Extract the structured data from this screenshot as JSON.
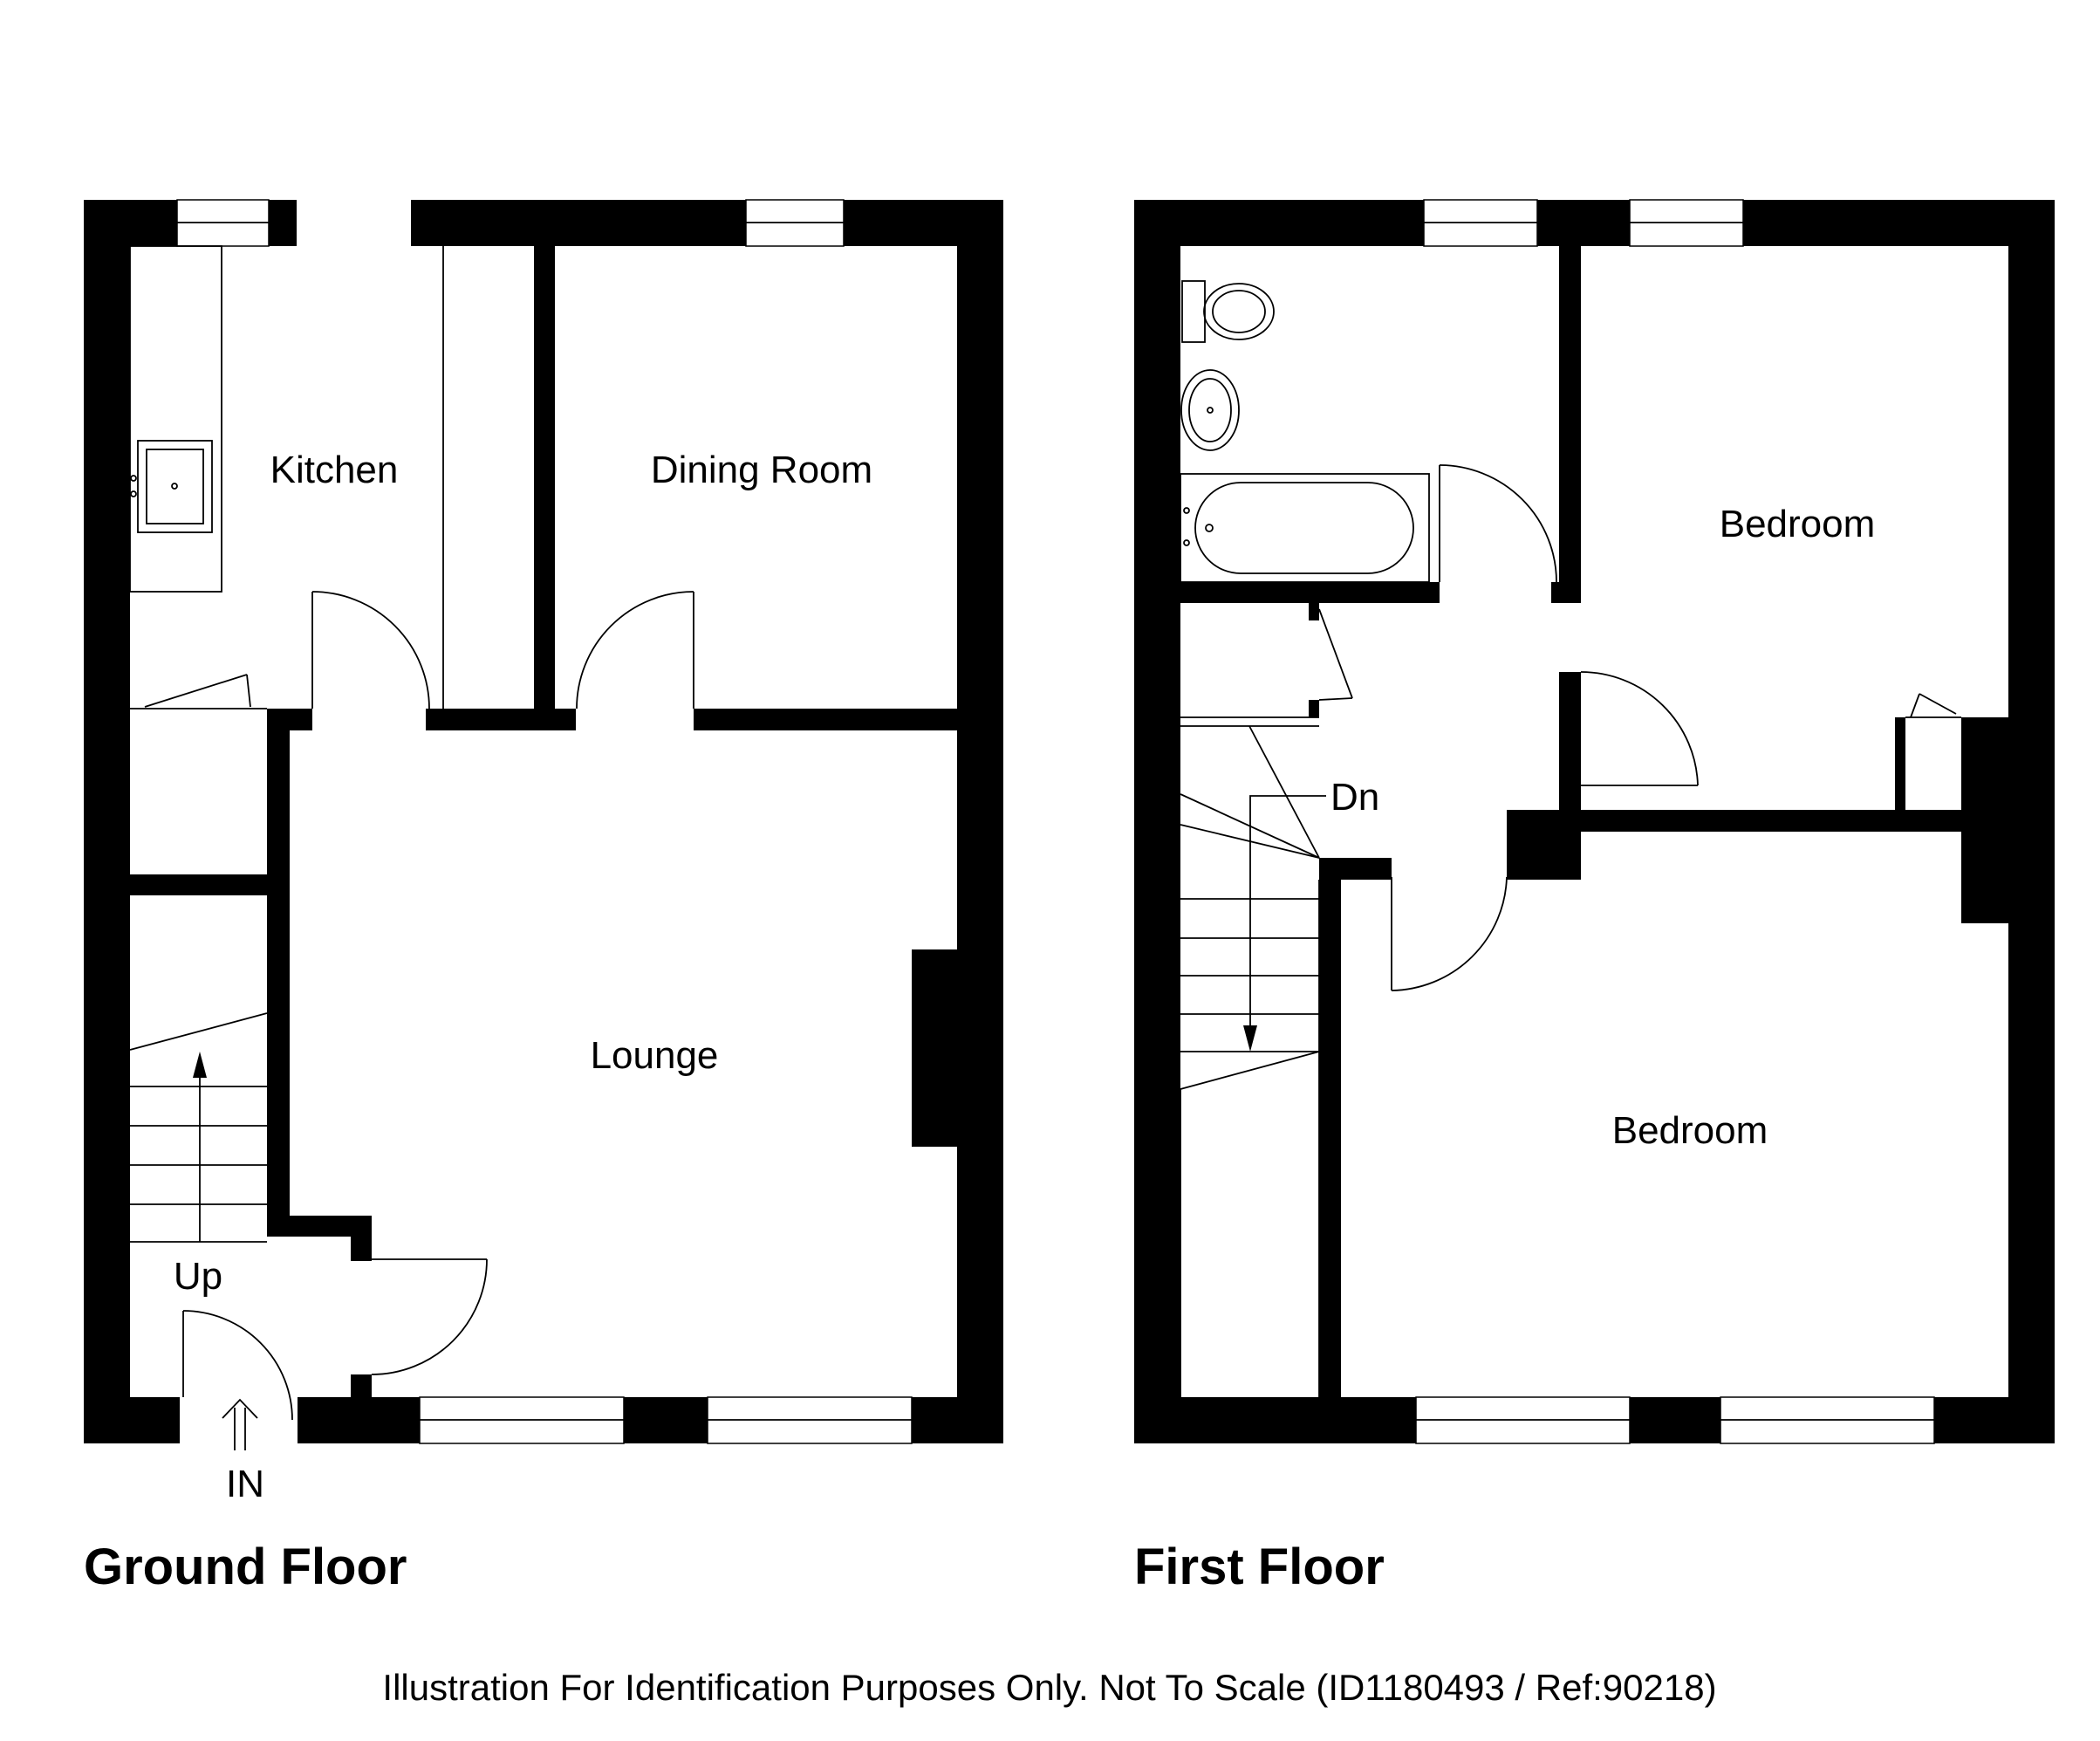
{
  "ground_floor": {
    "title": "Ground Floor",
    "rooms": {
      "kitchen": "Kitchen",
      "dining": "Dining Room",
      "lounge": "Lounge"
    },
    "stairs_label": "Up",
    "entrance_label": "IN"
  },
  "first_floor": {
    "title": "First Floor",
    "rooms": {
      "bedroom_upper": "Bedroom",
      "bedroom_lower": "Bedroom"
    },
    "stairs_label": "Dn"
  },
  "footer": {
    "disclaimer": "Illustration For Identification Purposes Only. Not To Scale (ID1180493 / Ref:90218)"
  }
}
